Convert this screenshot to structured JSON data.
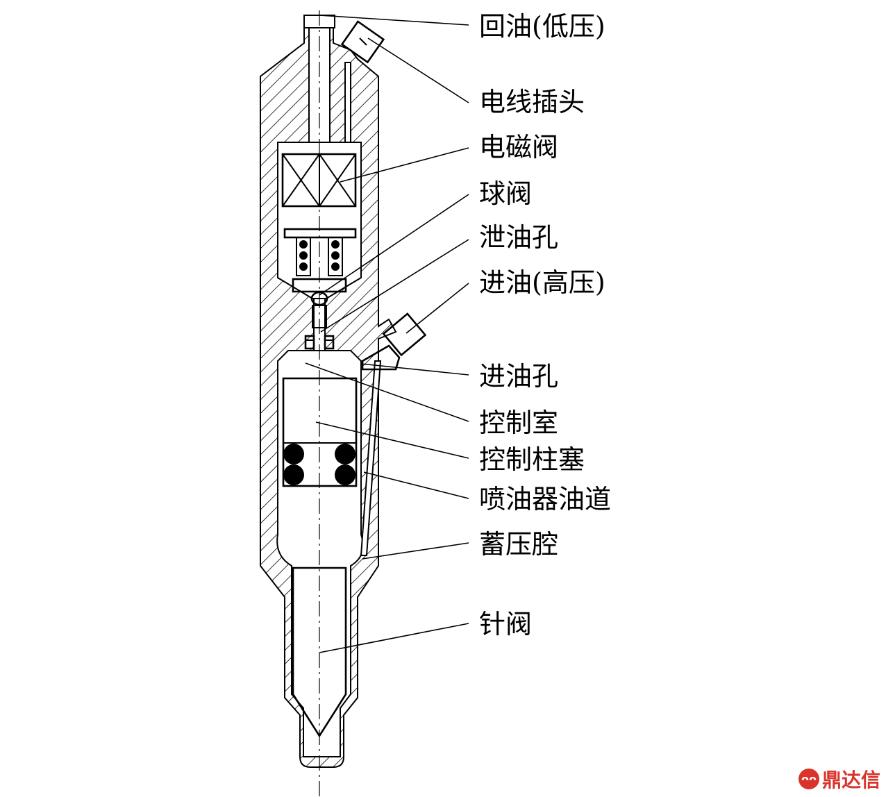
{
  "labels": [
    "回油(低压)",
    "电线插头",
    "电磁阀",
    "球阀",
    "泄油孔",
    "进油(高压)",
    "进油孔",
    "控制室",
    "控制柱塞",
    "喷油器油道",
    "蓄压腔",
    "针阀"
  ],
  "watermark": {
    "logo_text": "ᴖᴖ",
    "text": "鼎达信"
  },
  "colors": {
    "line": "#000000",
    "background": "#ffffff",
    "watermark": "#d9342b"
  }
}
